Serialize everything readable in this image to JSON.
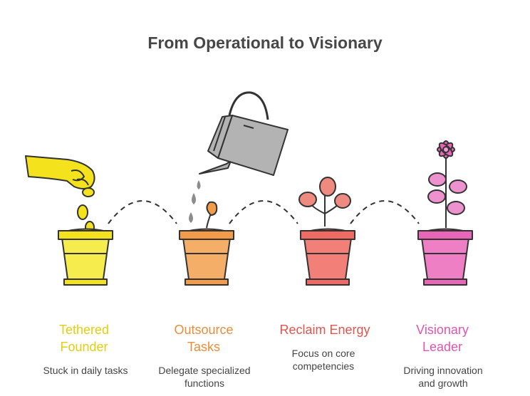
{
  "title": "From Operational to Visionary",
  "colors": {
    "yellow": "#F4E21C",
    "orange": "#F29C4A",
    "red": "#EF6A63",
    "pink": "#E866B7",
    "watering_can": "#B3B3B3",
    "stroke": "#333333"
  },
  "stages": [
    {
      "title_line1": "Tethered",
      "title_line2": "Founder",
      "desc_line1": "Stuck in daily tasks",
      "desc_line2": "",
      "color": "#E2CF10"
    },
    {
      "title_line1": "Outsource",
      "title_line2": "Tasks",
      "desc_line1": "Delegate specialized",
      "desc_line2": "functions",
      "color": "#EA8D3A"
    },
    {
      "title_line1": "Reclaim Energy",
      "title_line2": "",
      "desc_line1": "Focus on core",
      "desc_line2": "competencies",
      "color": "#E4544F"
    },
    {
      "title_line1": "Visionary",
      "title_line2": "Leader",
      "desc_line1": "Driving innovation",
      "desc_line2": "and growth",
      "color": "#E055AE"
    }
  ]
}
